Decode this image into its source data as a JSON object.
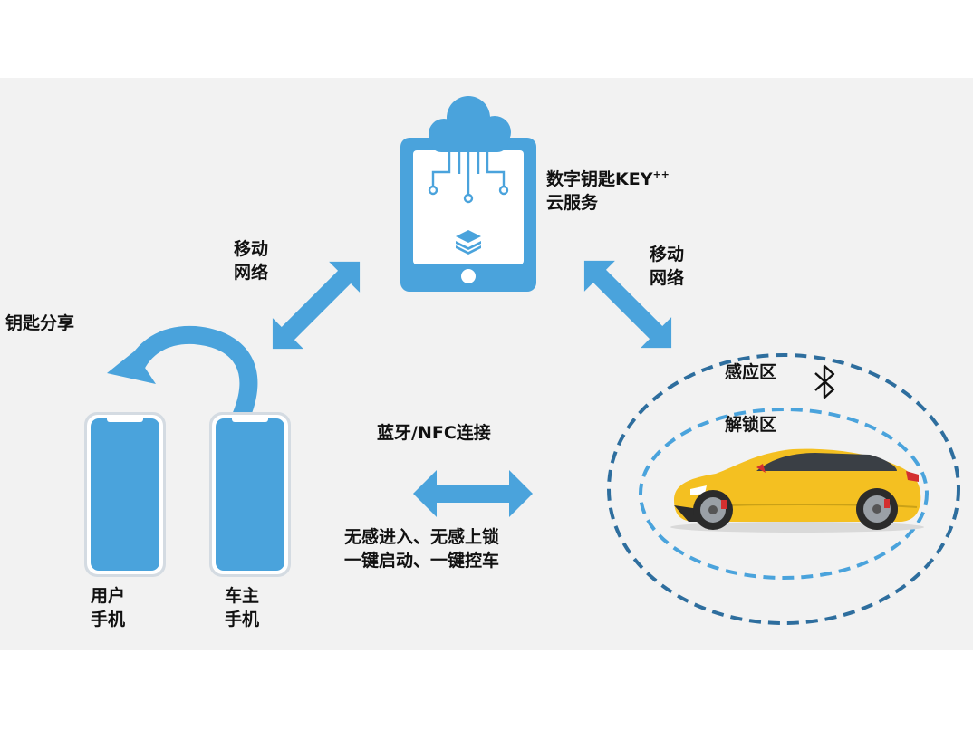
{
  "cloud_service": {
    "title_line1": "数字钥匙KEY",
    "title_sup": "++",
    "title_line2": "云服务"
  },
  "links": {
    "left_network": [
      "移动",
      "网络"
    ],
    "right_network": [
      "移动",
      "网络"
    ],
    "key_share": "钥匙分享",
    "bt_nfc": "蓝牙/NFC连接",
    "features_line1": "无感进入、无感上锁",
    "features_line2": "一键启动、一键控车"
  },
  "phones": [
    {
      "label": [
        "用户",
        "手机"
      ]
    },
    {
      "label": [
        "车主",
        "手机"
      ]
    }
  ],
  "zones": {
    "outer": "感应区",
    "inner": "解锁区"
  },
  "colors": {
    "accent": "#4aa3dc",
    "dark_blue": "#2e6e9e",
    "car": "#f4c021",
    "panel": "#f2f2f2"
  },
  "icons": [
    "cloud-icon",
    "tablet-icon",
    "layers-icon",
    "bluetooth-icon",
    "phone-icon",
    "car-icon",
    "double-arrow-icon",
    "curved-arrow-icon"
  ]
}
